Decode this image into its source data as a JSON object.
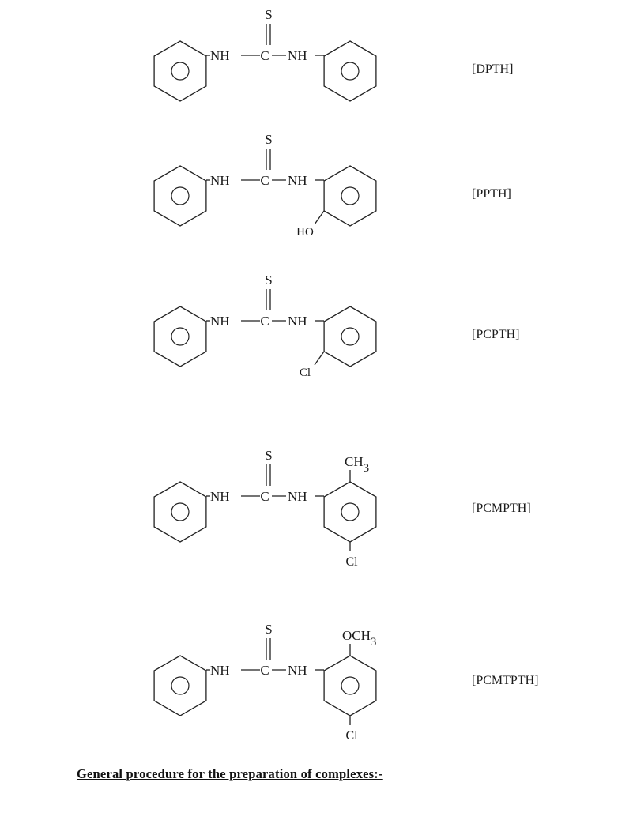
{
  "structures": [
    {
      "name": "dpth",
      "label": "[DPTH]",
      "s": "S",
      "c": "C",
      "nh1": "NH",
      "nh2": "NH",
      "subs": []
    },
    {
      "name": "ppth",
      "label": "[PPTH]",
      "s": "S",
      "c": "C",
      "nh1": "NH",
      "nh2": "NH",
      "subs": [
        {
          "pos": "lower-left",
          "text": "HO"
        }
      ]
    },
    {
      "name": "pcpth",
      "label": "[PCPTH]",
      "s": "S",
      "c": "C",
      "nh1": "NH",
      "nh2": "NH",
      "subs": [
        {
          "pos": "lower-left",
          "text": "Cl"
        }
      ]
    },
    {
      "name": "pcmpth",
      "label": "[PCMPTH]",
      "s": "S",
      "c": "C",
      "nh1": "NH",
      "nh2": "NH",
      "subs": [
        {
          "pos": "top",
          "text": "CH",
          "sub": "3"
        },
        {
          "pos": "bottom",
          "text": "Cl"
        }
      ]
    },
    {
      "name": "pcmtpth",
      "label": "[PCMTPTH]",
      "s": "S",
      "c": "C",
      "nh1": "NH",
      "nh2": "NH",
      "subs": [
        {
          "pos": "top",
          "text": "OCH",
          "sub": "3"
        },
        {
          "pos": "bottom",
          "text": "Cl"
        }
      ]
    }
  ],
  "heading": "General procedure for the preparation of complexes:-"
}
